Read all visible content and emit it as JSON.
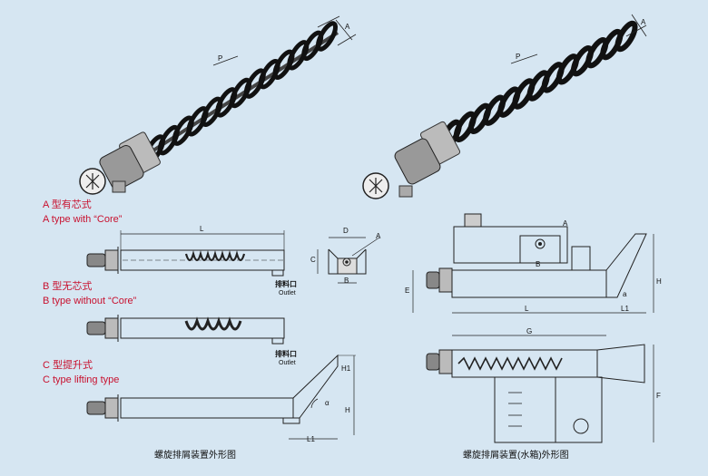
{
  "labels": {
    "a_cn": "A 型有芯式",
    "a_en": "A type with “Core”",
    "b_cn": "B 型无芯式",
    "b_en": "B type without “Core”",
    "c_cn": "C 型提升式",
    "c_en": "C type lifting type"
  },
  "outlet": {
    "cn": "排料口",
    "en": "Outlet"
  },
  "captions": {
    "left": "螺旋排屑装置外形图",
    "right": "螺旋排屑装置(水箱)外形图"
  },
  "dims": {
    "A": "A",
    "P": "P",
    "L": "L",
    "D": "D",
    "C": "C",
    "B": "B",
    "H": "H",
    "H1": "H1",
    "L1": "L1",
    "E": "E",
    "F": "F",
    "G": "G",
    "a": "a",
    "alpha": "α"
  },
  "colors": {
    "background": "#d6e6f2",
    "accent": "#c8102e",
    "line": "#111111"
  }
}
